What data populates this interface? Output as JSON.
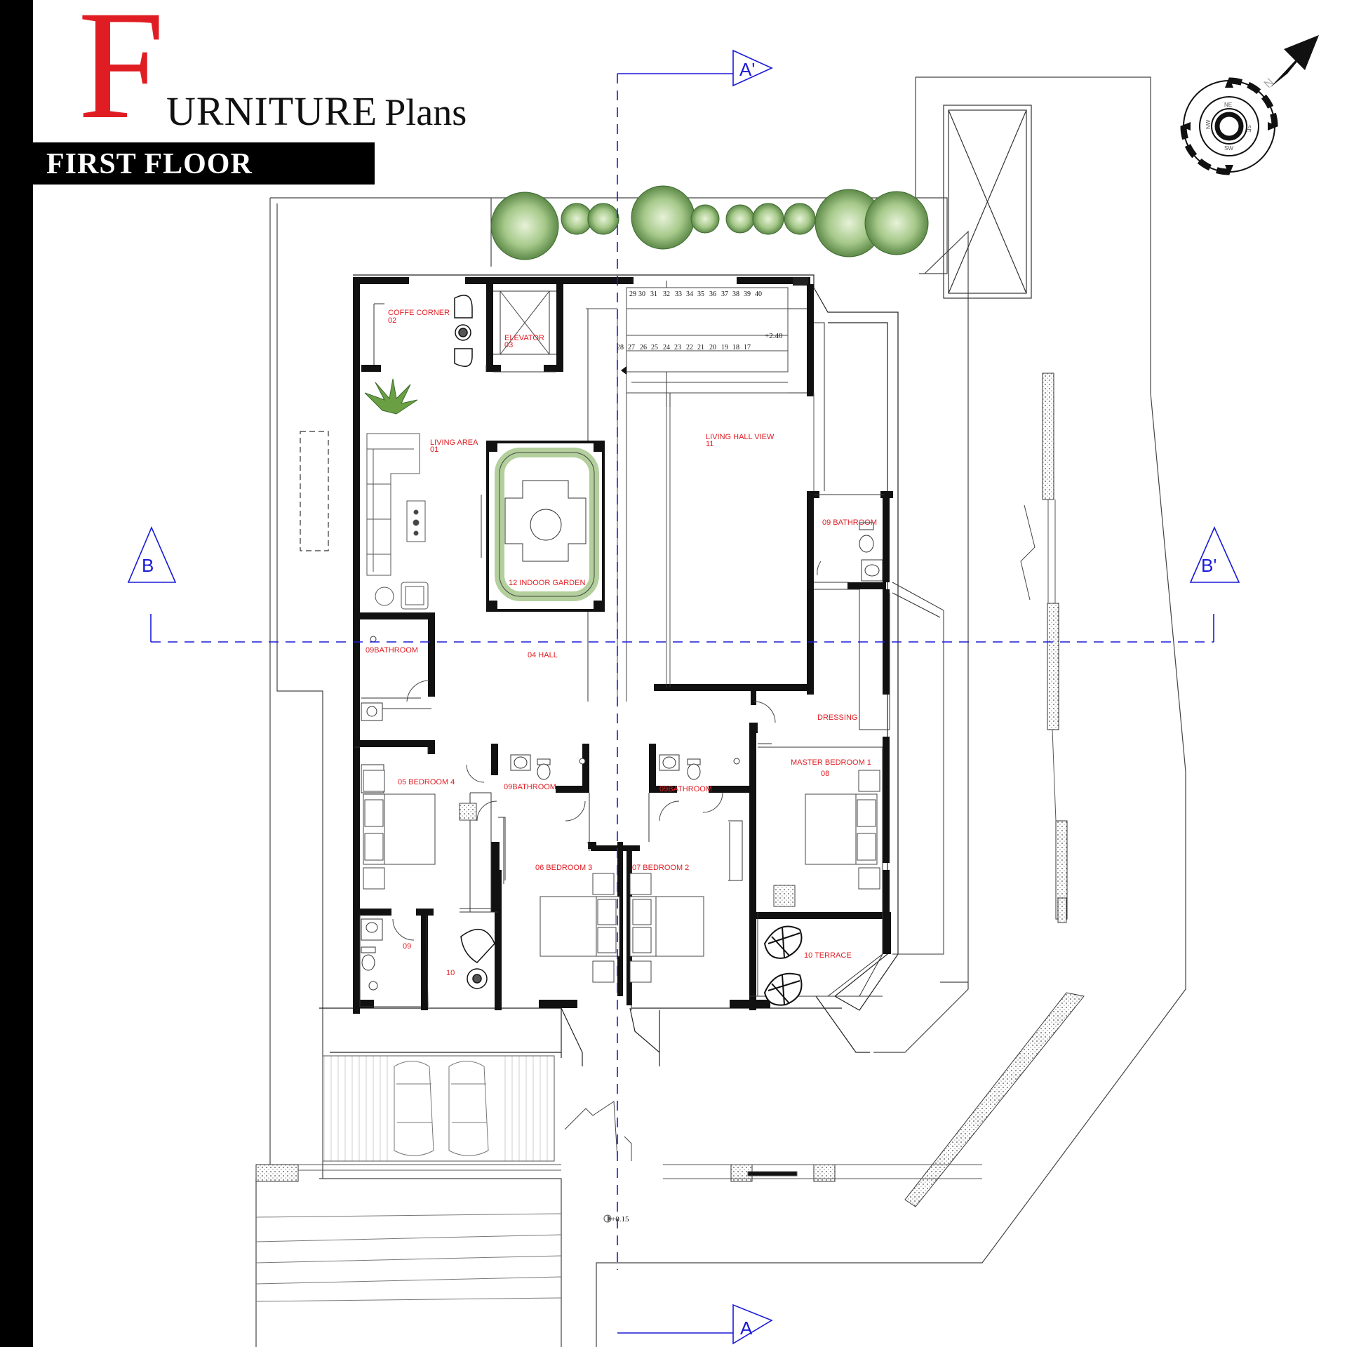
{
  "title": {
    "initial": "F",
    "rest": "URNITURE",
    "plans": "Plans",
    "floor": "FIRST FLOOR"
  },
  "rooms": {
    "coffee_corner_name": "COFFE CORNER",
    "coffee_corner_num": "02",
    "elevator_name": "ELEVATOR",
    "elevator_num": "03",
    "living_area_name": "LIVING AREA",
    "living_area_num": "01",
    "living_hall_view_name": "LIVING HALL VIEW",
    "living_hall_view_num": "11",
    "indoor_garden": "12 INDOOR GARDEN",
    "hall": "04 HALL",
    "bathroom_west": "09BATHROOM",
    "bathroom_east": "09 BATHROOM",
    "bathroom_b3": "09BATHROOM",
    "bathroom_b2": "09BATHROOM",
    "dressing": "DRESSING",
    "master_bedroom_name": "MASTER BEDROOM 1",
    "master_bedroom_num": "08",
    "bedroom_4": "05 BEDROOM 4",
    "bedroom_3": "06 BEDROOM 3",
    "bedroom_2": "07 BEDROOM 2",
    "room_09": "09",
    "room_10": "10",
    "terrace": "10 TERRACE"
  },
  "stairs": {
    "upper_steps": [
      "29",
      "30",
      "31",
      "32",
      "33",
      "34",
      "35",
      "36",
      "37",
      "38",
      "39",
      "40"
    ],
    "lower_steps": [
      "28",
      "27",
      "26",
      "25",
      "24",
      "23",
      "22",
      "21",
      "20",
      "19",
      "18",
      "17"
    ]
  },
  "levels": {
    "stair_landing": "+2.40",
    "entrance": "+0.15"
  },
  "sections": {
    "a_top": "A'",
    "a_bottom": "A",
    "b_left": "B",
    "b_right": "B'"
  },
  "compass": {
    "north": "N",
    "ne": "NE",
    "nw": "NW",
    "se": "SE",
    "sw": "SW"
  },
  "colors": {
    "accent_red": "#e11d24",
    "section_blue": "#1a1ad8",
    "wall_black": "#111111"
  }
}
